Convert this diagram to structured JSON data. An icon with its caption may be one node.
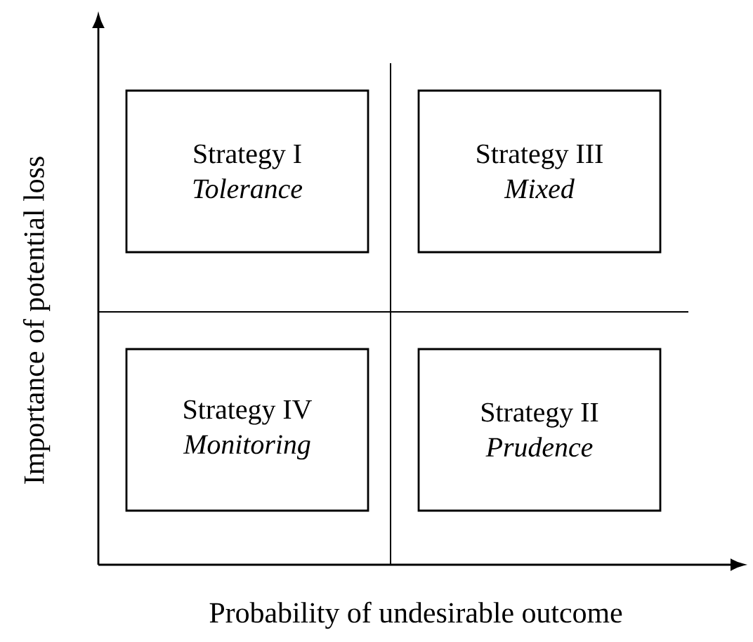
{
  "diagram": {
    "nodes": [
      {
        "text": [
          "Strategy I",
          "Tolerance"
        ]
      },
      {
        "text": [
          "Strategy III",
          "Mixed"
        ]
      },
      {
        "text": [
          "Strategy IV",
          "Monitoring"
        ]
      },
      {
        "text": [
          "Strategy II",
          "Prudence"
        ]
      }
    ],
    "labels": [
      "Importance of potential loss",
      "Probability of undesirable outcome"
    ]
  }
}
